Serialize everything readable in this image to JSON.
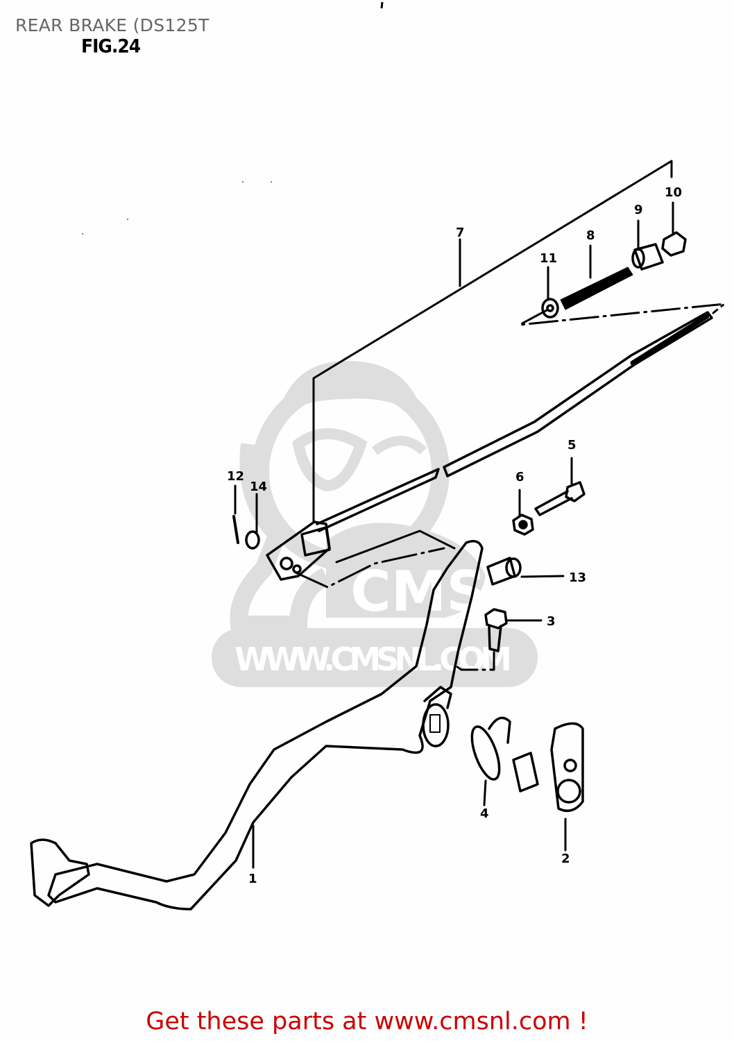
{
  "header": {
    "title": "REAR BRAKE (DS125T",
    "figure": "FIG.24"
  },
  "watermark": {
    "brand": "CMS",
    "url": "WWW.CMSNL.COM",
    "color": "#dcdcdc"
  },
  "callouts": [
    {
      "id": "1",
      "label": "1",
      "part": "brake-pedal"
    },
    {
      "id": "2",
      "label": "2",
      "part": "pedal-shaft-plate"
    },
    {
      "id": "3",
      "label": "3",
      "part": "bolt"
    },
    {
      "id": "4",
      "label": "4",
      "part": "return-spring"
    },
    {
      "id": "5",
      "label": "5",
      "part": "bolt"
    },
    {
      "id": "6",
      "label": "6",
      "part": "nut"
    },
    {
      "id": "7",
      "label": "7",
      "part": "brake-rod"
    },
    {
      "id": "8",
      "label": "8",
      "part": "spring"
    },
    {
      "id": "9",
      "label": "9",
      "part": "joint"
    },
    {
      "id": "10",
      "label": "10",
      "part": "adjusting-nut"
    },
    {
      "id": "11",
      "label": "11",
      "part": "washer"
    },
    {
      "id": "12",
      "label": "12",
      "part": "cotter-pin"
    },
    {
      "id": "13",
      "label": "13",
      "part": "pin"
    },
    {
      "id": "14",
      "label": "14",
      "part": "washer"
    }
  ],
  "footer": {
    "text": "Get these parts at www.cmsnl.com !",
    "color": "#cc0000"
  }
}
